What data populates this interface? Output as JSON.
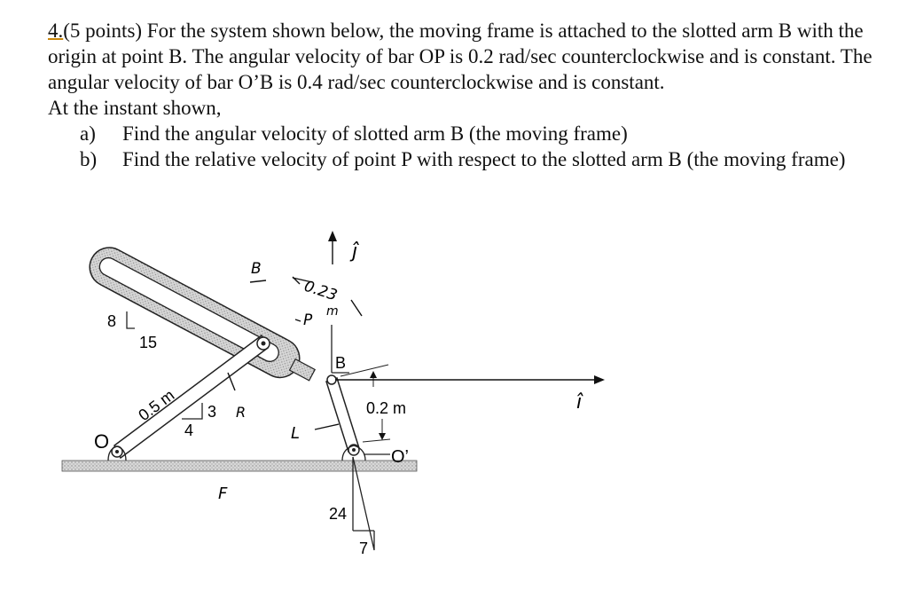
{
  "problem": {
    "number": "4.",
    "intro_rest": "(5 points) For the system shown below, the moving frame is attached to the slotted arm B with the origin at point B.  The angular velocity of bar OP is 0.2 rad/sec counterclockwise and is constant.  The angular velocity of bar O’B is 0.4 rad/sec counterclockwise and is constant.",
    "instant": "At the instant shown,",
    "parts": [
      {
        "label": "a)",
        "text": "Find the angular velocity of slotted arm B (the moving frame)"
      },
      {
        "label": "b)",
        "text": "Find the relative velocity of point P with respect to the slotted arm B (the moving frame)"
      }
    ]
  },
  "diagram": {
    "labels": {
      "O": "O",
      "O_prime": "O’",
      "B_box": "B",
      "slope_rise": "8",
      "slope_run": "15",
      "bar_op_length": "0.5 m",
      "bar_op_rise": "3",
      "bar_op_run": "4",
      "bar_b_rise": "24",
      "bar_b_run": "7",
      "height": "0.2 m"
    },
    "handwriting": {
      "B": "B",
      "P": "P",
      "offset": "0.23",
      "offset_unit": "m",
      "j_hat": "ĵ",
      "i_hat": "î",
      "R": "R",
      "F": "F",
      "L": "L"
    }
  }
}
